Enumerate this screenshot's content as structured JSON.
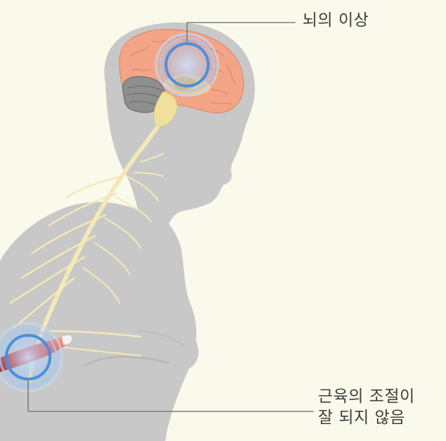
{
  "labels": {
    "brain": "뇌의 이상",
    "muscle_line1": "근육의 조절이",
    "muscle_line2": "잘 되지 않음"
  },
  "colors": {
    "background": "#fafaec",
    "body_silhouette": "#c8c8c8",
    "brain": "#f4a587",
    "nerves": "#f3e8b6",
    "ring": "#4a8fe0",
    "muscle": "#d9261c",
    "leader_line": "#7d7d7d"
  }
}
